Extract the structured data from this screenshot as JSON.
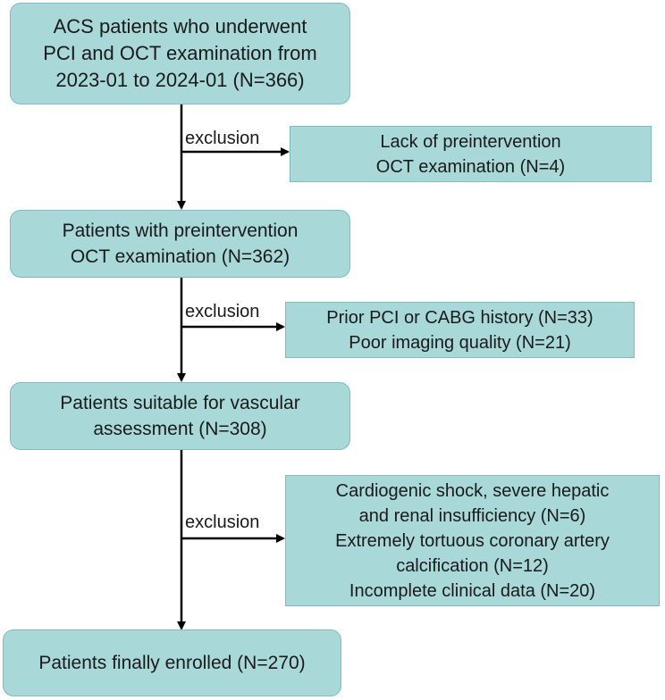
{
  "main_boxes": [
    {
      "lines": [
        "ACS patients who underwent",
        "PCI and OCT examination from",
        "2023-01 to 2024-01 (N=366)"
      ]
    },
    {
      "lines": [
        "Patients with preintervention",
        "OCT examination (N=362)"
      ]
    },
    {
      "lines": [
        "Patients suitable for vascular",
        "assessment (N=308)"
      ]
    },
    {
      "lines": [
        "Patients finally enrolled (N=270)"
      ]
    }
  ],
  "exclusion_boxes": [
    {
      "lines": [
        "Lack of preintervention",
        "OCT examination (N=4)"
      ]
    },
    {
      "lines": [
        "Prior PCI or CABG history (N=33)",
        "Poor imaging quality (N=21)"
      ]
    },
    {
      "lines": [
        "Cardiogenic shock, severe hepatic",
        "and renal insufficiency (N=6)",
        "Extremely tortuous coronary artery",
        "calcification (N=12)",
        "Incomplete clinical data (N=20)"
      ]
    }
  ],
  "exclusion_label": "exclusion",
  "colors": {
    "box_fill": "#a8d8d8",
    "box_border": "#7fbcbc",
    "arrow": "#000000"
  }
}
